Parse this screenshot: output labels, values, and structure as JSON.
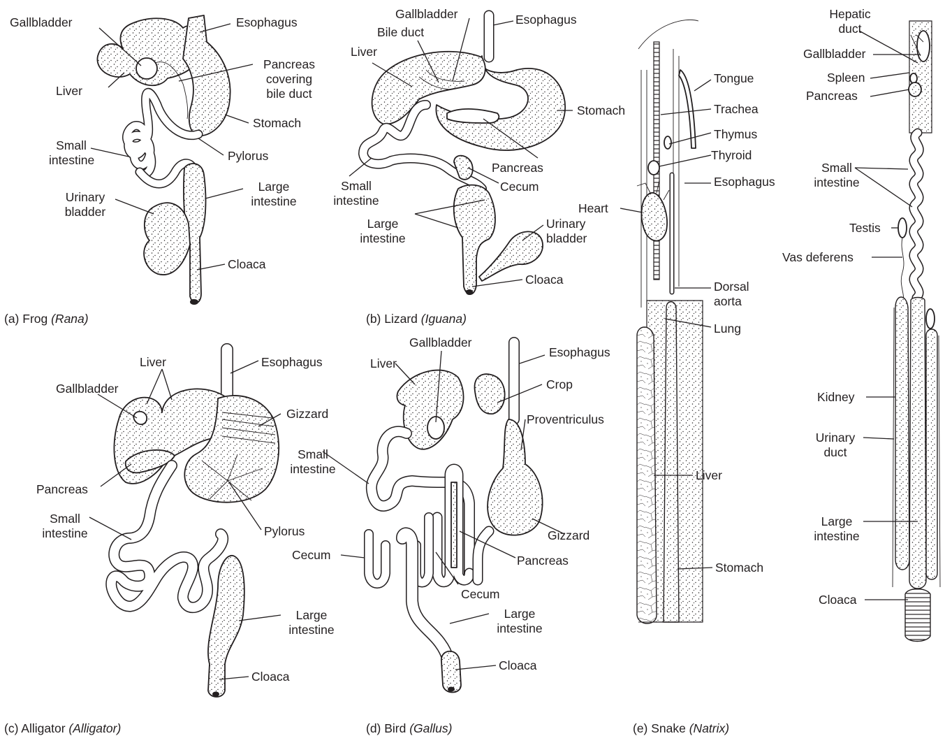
{
  "panels": {
    "a": {
      "caption_prefix": "(a) Frog ",
      "caption_genus": "(Rana)",
      "labels": {
        "gallbladder": "Gallbladder",
        "esophagus": "Esophagus",
        "pancreas": "Pancreas\ncovering\nbile duct",
        "liver": "Liver",
        "stomach": "Stomach",
        "small_intestine": "Small\nintestine",
        "pylorus": "Pylorus",
        "urinary_bladder": "Urinary\nbladder",
        "large_intestine": "Large\nintestine",
        "cloaca": "Cloaca"
      }
    },
    "b": {
      "caption_prefix": "(b) Lizard ",
      "caption_genus": "(Iguana)",
      "labels": {
        "gallbladder": "Gallbladder",
        "esophagus": "Esophagus",
        "bile_duct": "Bile duct",
        "liver": "Liver",
        "stomach": "Stomach",
        "pancreas": "Pancreas",
        "cecum": "Cecum",
        "small_intestine": "Small\nintestine",
        "large_intestine": "Large\nintestine",
        "urinary_bladder": "Urinary\nbladder",
        "cloaca": "Cloaca"
      }
    },
    "c": {
      "caption_prefix": "(c) Alligator ",
      "caption_genus": "(Alligator)",
      "labels": {
        "liver": "Liver",
        "esophagus": "Esophagus",
        "gallbladder": "Gallbladder",
        "gizzard": "Gizzard",
        "pancreas": "Pancreas",
        "pylorus": "Pylorus",
        "small_intestine": "Small\nintestine",
        "large_intestine": "Large\nintestine",
        "cloaca": "Cloaca"
      }
    },
    "d": {
      "caption_prefix": "(d) Bird ",
      "caption_genus": "(Gallus)",
      "labels": {
        "gallbladder": "Gallbladder",
        "esophagus": "Esophagus",
        "liver": "Liver",
        "crop": "Crop",
        "proventriculus": "Proventriculus",
        "small_intestine": "Small\nintestine",
        "gizzard": "Gizzard",
        "cecum_left": "Cecum",
        "pancreas": "Pancreas",
        "cecum_bottom": "Cecum",
        "large_intestine": "Large\nintestine",
        "cloaca": "Cloaca"
      }
    },
    "e": {
      "caption_prefix": "(e) Snake ",
      "caption_genus": "(Natrix)",
      "labels": {
        "tongue": "Tongue",
        "trachea": "Trachea",
        "thymus": "Thymus",
        "thyroid": "Thyroid",
        "esophagus": "Esophagus",
        "heart": "Heart",
        "dorsal_aorta": "Dorsal\naorta",
        "lung": "Lung",
        "liver": "Liver",
        "stomach": "Stomach",
        "hepatic_duct": "Hepatic\nduct",
        "gallbladder": "Gallbladder",
        "spleen": "Spleen",
        "pancreas": "Pancreas",
        "small_intestine": "Small\nintestine",
        "testis": "Testis",
        "vas_deferens": "Vas deferens",
        "kidney": "Kidney",
        "urinary_duct": "Urinary\nduct",
        "large_intestine": "Large\nintestine",
        "cloaca": "Cloaca"
      }
    }
  }
}
